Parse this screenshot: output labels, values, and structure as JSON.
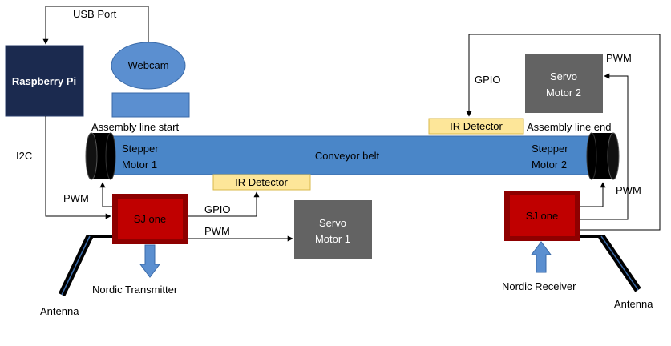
{
  "labels": {
    "usb_port": "USB Port",
    "raspberry_pi": "Raspberry Pi",
    "webcam": "Webcam",
    "assembly_start": "Assembly line start",
    "assembly_end": "Assembly line end",
    "i2c": "I2C",
    "pwm_left": "PWM",
    "stepper1_line1": "Stepper",
    "stepper1_line2": "Motor 1",
    "conveyor_belt": "Conveyor belt",
    "stepper2_line1": "Stepper",
    "stepper2_line2": "Motor 2",
    "ir_detector_bottom": "IR Detector",
    "ir_detector_top": "IR Detector",
    "gpio_top": "GPIO",
    "servo2_line1": "Servo",
    "servo2_line2": "Motor 2",
    "pwm_servo2": "PWM",
    "pwm_right": "PWM",
    "sj_one_left": "SJ one",
    "gpio_left": "GPIO",
    "pwm_to_servo1": "PWM",
    "servo1_line1": "Servo",
    "servo1_line2": "Motor 1",
    "nordic_transmitter": "Nordic Transmitter",
    "antenna_left": "Antenna",
    "sj_one_right": "SJ one",
    "nordic_receiver": "Nordic Receiver",
    "antenna_right": "Antenna"
  },
  "colors": {
    "raspberry_pi": "#1b2a4f",
    "webcam": "#5b8fd0",
    "conveyor": "#4a86c8",
    "ir_detector": "#fde699",
    "servo": "#636363",
    "sj_one": "#c00000",
    "arrow_blue": "#5b8fd0"
  }
}
